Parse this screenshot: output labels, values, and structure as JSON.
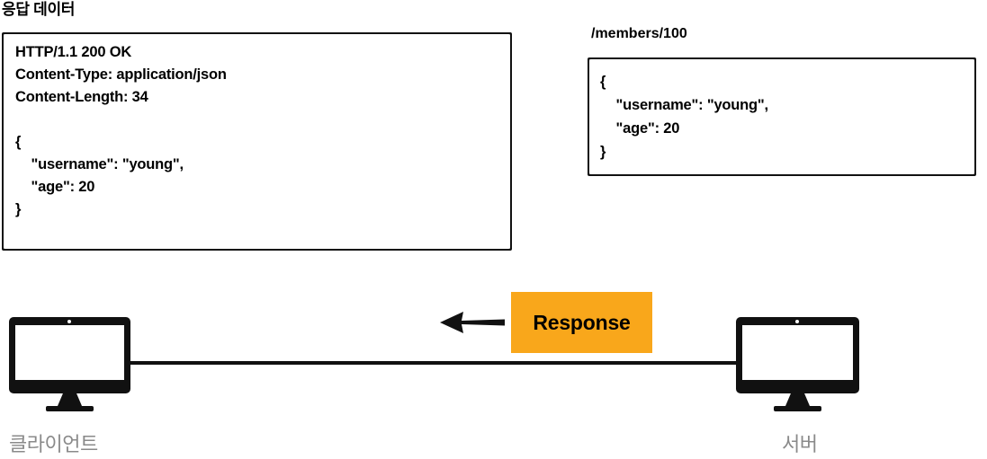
{
  "diagram": {
    "section_title": "응답 데이터",
    "endpoint_label": "/members/100",
    "accent_color": "#F9A71B",
    "label_color": "#8A8A8A",
    "line_color": "#111111"
  },
  "response_box": {
    "name": "http-response-message",
    "content": "HTTP/1.1 200 OK\nContent-Type: application/json\nContent-Length: 34\n\n{\n    \"username\": \"young\",\n    \"age\": 20\n}",
    "status_line": "HTTP/1.1 200 OK",
    "headers": [
      "Content-Type: application/json",
      "Content-Length: 34"
    ],
    "body": "{\n    \"username\": \"young\",\n    \"age\": 20\n}"
  },
  "payload_box": {
    "name": "resource-representation",
    "content": "{\n    \"username\": \"young\",\n    \"age\": 20\n}",
    "fields": [
      {
        "key": "username",
        "value": "young"
      },
      {
        "key": "age",
        "value": "20"
      }
    ]
  },
  "flow": {
    "arrow_direction": "left",
    "chip_label": "Response"
  },
  "nodes": {
    "client_label": "클라이언트",
    "server_label": "서버"
  }
}
